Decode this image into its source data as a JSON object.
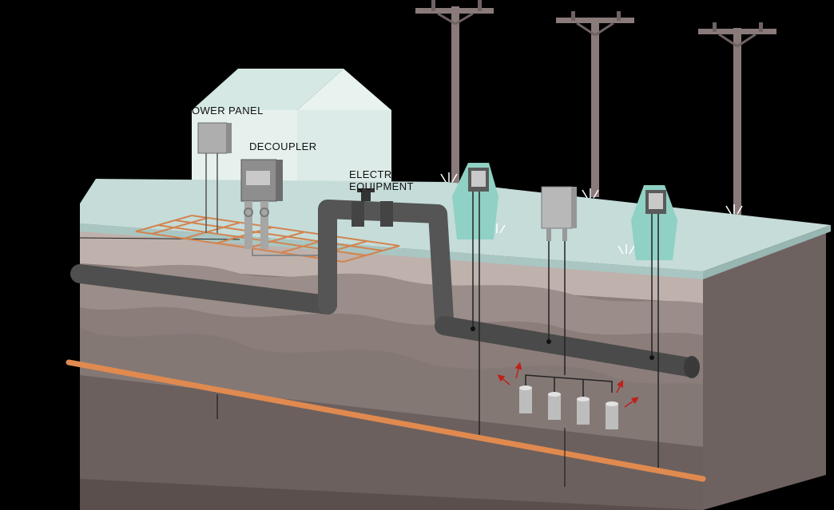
{
  "labels": {
    "power_panel": "OWER PANEL",
    "decoupler": "DECOUPLER",
    "equipment_line1": "ELECTR",
    "equipment_line2": "EQUIPMENT"
  },
  "colors": {
    "background": "#000000",
    "ground_surface": "#c5dcd9",
    "soil_top": "#bfb1ac",
    "soil_mid": "#8a7d7a",
    "soil_dark": "#5f5250",
    "house_wall": "#e3efec",
    "house_roof": "#cfe3de",
    "pipe": "#555555",
    "ground_cable": "#e08a4f",
    "test_station": "#8fd1c4",
    "anode": "#bdbdbd",
    "current_arrow": "#c0201a"
  }
}
